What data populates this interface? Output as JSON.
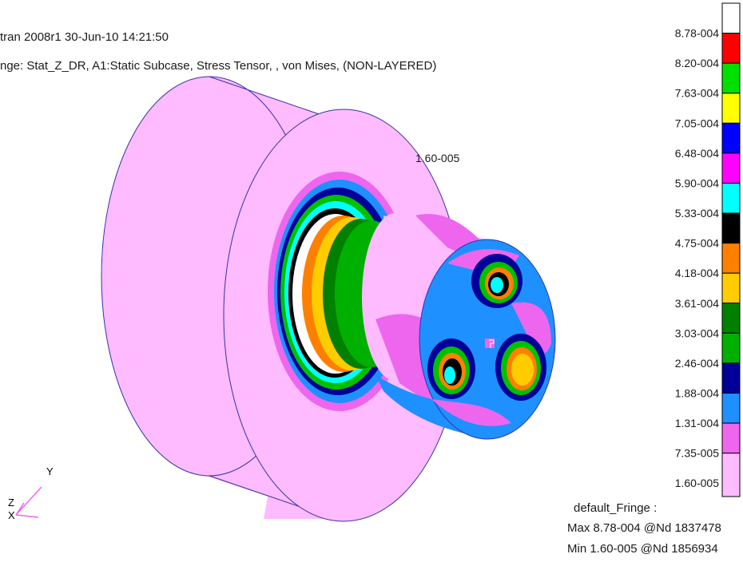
{
  "header": {
    "line1": "tran 2008r1 30-Jun-10 14:21:50",
    "line2": "nge: Stat_Z_DR, A1:Static Subcase, Stress Tensor, , von Mises, (NON-LAYERED)"
  },
  "model": {
    "min_annotation": "1.60-005"
  },
  "legend": {
    "levels": [
      {
        "label": "8.78-004",
        "color": "#ffffff"
      },
      {
        "label": "8.20-004",
        "color": "#ff0000"
      },
      {
        "label": "7.63-004",
        "color": "#00e000"
      },
      {
        "label": "7.05-004",
        "color": "#ffff00"
      },
      {
        "label": "6.48-004",
        "color": "#0000ff"
      },
      {
        "label": "5.90-004",
        "color": "#ff00ff"
      },
      {
        "label": "5.33-004",
        "color": "#00ffff"
      },
      {
        "label": "4.75-004",
        "color": "#000000"
      },
      {
        "label": "4.18-004",
        "color": "#ff8000"
      },
      {
        "label": "3.61-004",
        "color": "#ffcc00"
      },
      {
        "label": "3.03-004",
        "color": "#008000"
      },
      {
        "label": "2.46-004",
        "color": "#00b000"
      },
      {
        "label": "1.88-004",
        "color": "#000099"
      },
      {
        "label": "1.31-004",
        "color": "#1e90ff"
      },
      {
        "label": "7.35-005",
        "color": "#ee66ee"
      },
      {
        "label": "1.60-005",
        "color": "#ffbbff"
      }
    ]
  },
  "footer": {
    "title": "default_Fringe :",
    "max": "Max 8.78-004 @Nd 1837478",
    "min": "Min 1.60-005 @Nd 1856934"
  },
  "axes": {
    "x": "X",
    "y": "Y",
    "z": "Z"
  },
  "colors": {
    "mesh_outline": "#3333aa",
    "light_pink": "#ffbbff",
    "magenta": "#ee66ee",
    "blue": "#1e90ff",
    "dark_blue": "#000099"
  }
}
